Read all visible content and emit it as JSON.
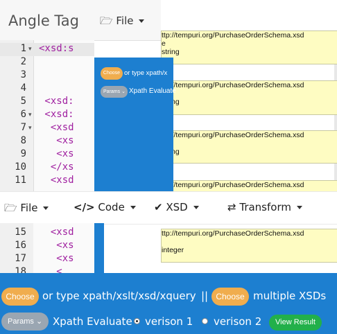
{
  "header": {
    "title": "Angle Tag",
    "file_menu": "File"
  },
  "editor_top": {
    "lines": [
      {
        "n": "1",
        "code": "<xsd:s",
        "fold": true
      },
      {
        "n": "2",
        "code": ""
      },
      {
        "n": "3",
        "code": ""
      },
      {
        "n": "4",
        "code": ""
      },
      {
        "n": "5",
        "code": " <xsd:"
      },
      {
        "n": "6",
        "code": " <xsd:",
        "fold": true
      },
      {
        "n": "7",
        "code": "  <xsd",
        "fold": true
      },
      {
        "n": "8",
        "code": "   <xs"
      },
      {
        "n": "9",
        "code": "   <xs"
      },
      {
        "n": "10",
        "code": "  </xs"
      },
      {
        "n": "11",
        "code": "  <xsd"
      }
    ]
  },
  "xsd_panels": [
    {
      "lines": [
        "ttp://tempuri.org/PurchaseOrderSchema.xsd",
        "e",
        "string"
      ]
    },
    {
      "lines": [
        "ttp://tempuri.org/PurchaseOrderSchema.xsd",
        "et",
        "string"
      ]
    },
    {
      "lines": [
        "ttp://tempuri.org/PurchaseOrderSchema.xsd",
        "",
        "string"
      ]
    },
    {
      "lines": [
        "ttp://tempuri.org/PurchaseOrderSchema.xsd",
        ""
      ]
    },
    {
      "lines": [
        "ttp://tempuri.org/PurchaseOrderSchema.xsd",
        "",
        "integer"
      ]
    }
  ],
  "dialog_top": {
    "choose": "Choose",
    "text": "or type xpath/x",
    "params": "Params",
    "evaluate": "Xpath Evaluate"
  },
  "toolbar": {
    "file": "File",
    "code": "Code",
    "xsd": "XSD",
    "transform": "Transform"
  },
  "editor_bottom": {
    "lines": [
      {
        "n": "15",
        "code": "  <xsd"
      },
      {
        "n": "16",
        "code": "   <xs"
      },
      {
        "n": "17",
        "code": "   <xs"
      },
      {
        "n": "18",
        "code": "   <"
      }
    ]
  },
  "bottom_bar": {
    "choose1": "Choose",
    "text1": "or type xpath/xslt/xsd/xquery",
    "separator": "||",
    "choose2": "Choose",
    "text2": "multiple XSDs",
    "params": "Params",
    "evaluate": "Xpath Evaluate",
    "version1": "verison 1",
    "version2": "verison 2",
    "view_result": "View Result"
  },
  "colors": {
    "dialog_blue": "#1d7fd0",
    "choose_orange": "#f0ad4e",
    "view_green": "#22b04a",
    "xsd_yellow": "#fefcc2",
    "code_purple": "#a020a0"
  }
}
